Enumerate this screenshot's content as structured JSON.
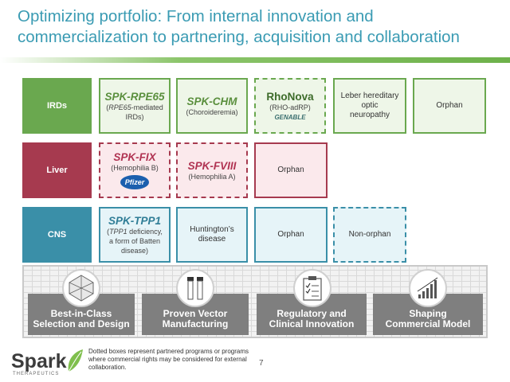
{
  "title": {
    "line1": "Optimizing portfolio: From internal innovation and",
    "line2": "commercialization to partnering, acquisition and collaboration"
  },
  "rows": {
    "irds": {
      "label": "IRDs",
      "color": "#6aa84f",
      "spk_rpe65": {
        "name": "SPK-RPE65",
        "sub_italic": "RPE65",
        "sub_rest": "-mediated",
        "sub2": "IRDs)"
      },
      "spk_chm": {
        "name": "SPK-CHM",
        "sub": "(Choroideremia)"
      },
      "rhonova": {
        "name": "RhoNova",
        "sub": "(RHO-adRP)",
        "partner": "GENABLE"
      },
      "leber": {
        "text1": "Leber hereditary",
        "text2": "optic",
        "text3": "neuropathy"
      },
      "orphan": {
        "text": "Orphan"
      }
    },
    "liver": {
      "label": "Liver",
      "color": "#a63a4f",
      "spk_fix": {
        "name": "SPK-FIX",
        "sub": "(Hemophilia B)",
        "partner": "Pfizer"
      },
      "spk_fviii": {
        "name": "SPK-FVIII",
        "sub": "(Hemophilia A)"
      },
      "orphan": {
        "text": "Orphan"
      }
    },
    "cns": {
      "label": "CNS",
      "color": "#3a8fa8",
      "spk_tpp1": {
        "name": "SPK-TPP1",
        "sub_italic": "TPP1",
        "sub_rest": " deficiency,",
        "sub2": "a form of Batten",
        "sub3": "disease)"
      },
      "huntington": {
        "text1": "Huntington’s",
        "text2": "disease"
      },
      "orphan": {
        "text": "Orphan"
      },
      "non_orphan": {
        "text": "Non-orphan"
      }
    }
  },
  "platform": [
    {
      "line1": "Best-in-Class",
      "line2": "Selection and Design",
      "icon": "polyhedron-icon"
    },
    {
      "line1": "Proven Vector",
      "line2": "Manufacturing",
      "icon": "vials-icon"
    },
    {
      "line1": "Regulatory and",
      "line2": "Clinical Innovation",
      "icon": "clipboard-icon"
    },
    {
      "line1": "Shaping",
      "line2": "Commercial Model",
      "icon": "bar-chart-icon"
    }
  ],
  "footer": {
    "note": "Dotted boxes represent partnered programs or programs where commercial rights may be considered for external collaboration.",
    "page": "7",
    "brand": "Spark",
    "brand_sub": "THERAPEUTICS"
  }
}
